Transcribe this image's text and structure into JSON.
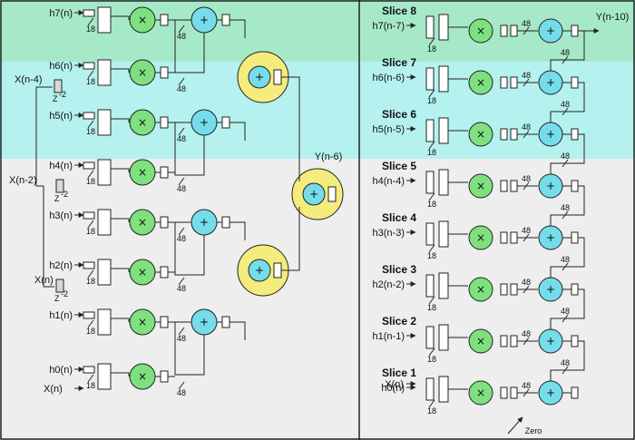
{
  "colors": {
    "band_green": "#a6e9c8",
    "band_cyan": "#b5f1ef",
    "band_gray": "#eeeeee",
    "multiplier": "#7ee07e",
    "adder": "#75dcea",
    "adder_tree": "#f4ec7c",
    "delay": "#d8d8d8",
    "divider": "#222222"
  },
  "icons": {
    "multiplier": "times-circle-icon",
    "adder": "plus-circle-icon",
    "delay": "z-delay-icon"
  },
  "left": {
    "coeffs": [
      "h7(n)",
      "h6(n)",
      "h5(n)",
      "h4(n)",
      "h3(n)",
      "h2(n)",
      "h1(n)",
      "h0(n)"
    ],
    "inputs": [
      "X(n-4)",
      "X(n-2)",
      "X(n)",
      "X(n)"
    ],
    "delay_label": "Z",
    "delay_exp": "-2",
    "bus_18": "18",
    "bus_48": "48",
    "output": "Y(n-6)",
    "mult_symbol": "×",
    "add_symbol": "+"
  },
  "right": {
    "slices": [
      "Slice 8",
      "Slice 7",
      "Slice 6",
      "Slice 5",
      "Slice 4",
      "Slice 3",
      "Slice 2",
      "Slice 1"
    ],
    "coeffs": [
      "h7(n-7)",
      "h6(n-6)",
      "h5(n-5)",
      "h4(n-4)",
      "h3(n-3)",
      "h2(n-2)",
      "h1(n-1)",
      "h0(n)"
    ],
    "input": "X(n)",
    "output": "Y(n-10)",
    "zero": "Zero",
    "bus_18": "18",
    "bus_48": "48"
  }
}
